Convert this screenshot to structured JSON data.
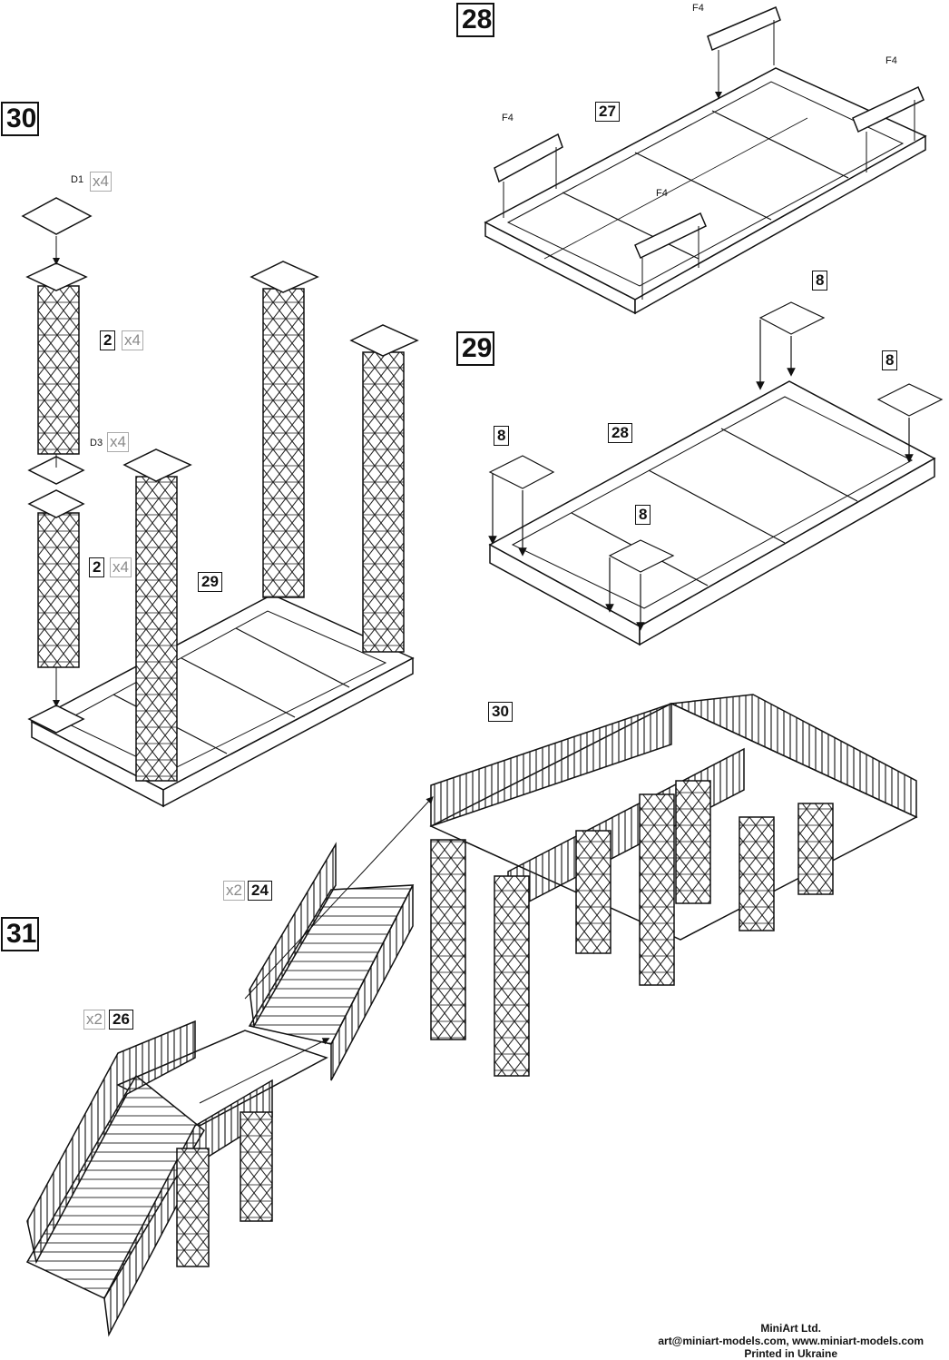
{
  "steps": {
    "s28": "28",
    "s29": "29",
    "s30": "30",
    "s31": "31"
  },
  "parts": {
    "p27": "27",
    "p28": "28",
    "p29": "29",
    "p30": "30",
    "p8a": "8",
    "p8b": "8",
    "p8c": "8",
    "p8d": "8",
    "p2a": "2",
    "p2b": "2",
    "p24": "24",
    "p26": "26"
  },
  "refs": {
    "f4a": "F4",
    "f4b": "F4",
    "f4c": "F4",
    "f4d": "F4",
    "d1": "D1",
    "d3": "D3"
  },
  "qty": {
    "x4_d1": "x4",
    "x4_2a": "x4",
    "x4_d3": "x4",
    "x4_2b": "x4",
    "x2_24": "x2",
    "x2_26": "x2"
  },
  "footer": {
    "company": "MiniArt Ltd.",
    "contact": "art@miniart-models.com, www.miniart-models.com",
    "printed": "Printed in Ukraine"
  }
}
